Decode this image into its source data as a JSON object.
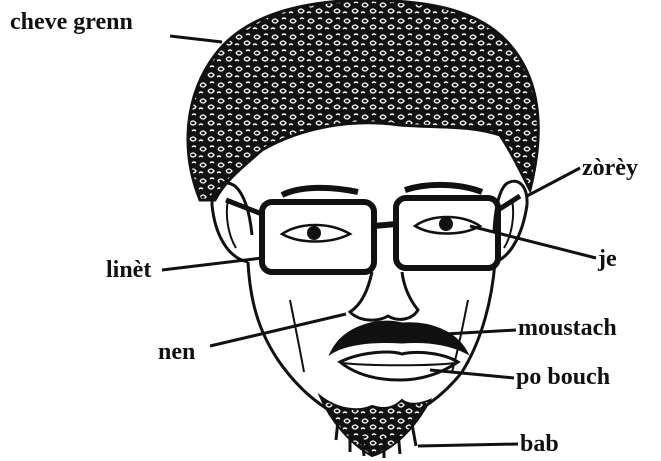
{
  "labels": {
    "hair": "cheve grenn",
    "ear": "zòrèy",
    "glasses": "linèt",
    "eye": "je",
    "nose": "nen",
    "moustache": "moustach",
    "mouth": "po bouch",
    "beard": "bab"
  },
  "colors": {
    "ink": "#111111",
    "paper": "#ffffff"
  }
}
